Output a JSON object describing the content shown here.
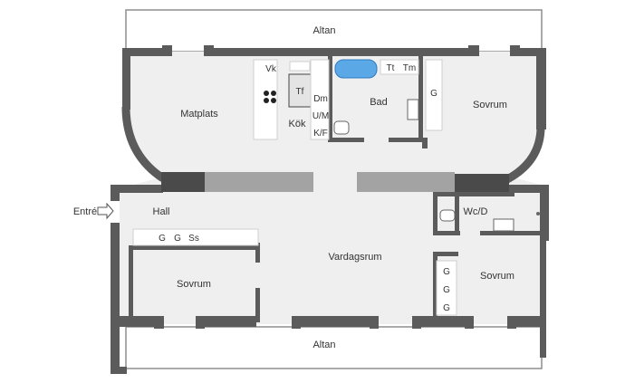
{
  "rooms": {
    "altan_top": "Altan",
    "altan_bottom": "Altan",
    "matplats": "Matplats",
    "kok": "Kök",
    "bad": "Bad",
    "sovrum_ne": "Sovrum",
    "hall": "Hall",
    "entre": "Entré",
    "wc_d": "Wc/D",
    "vardagsrum": "Vardagsrum",
    "sovrum_sw": "Sovrum",
    "sovrum_se": "Sovrum"
  },
  "fixtures": {
    "vk": "Vk",
    "tf": "Tf",
    "dm": "Dm",
    "um": "U/M",
    "kf": "K/F",
    "tt": "Tt",
    "tm": "Tm",
    "g_bedroom": "G",
    "hall_wardrobes": [
      "G",
      "G",
      "Ss"
    ],
    "se_wardrobes": [
      "G",
      "G",
      "G"
    ]
  },
  "colors": {
    "wall": "#5b5b5b",
    "floor": "#efefef",
    "balcony": "#ffffff",
    "opening": "#a3a3a3",
    "cabinet": "#ffffff",
    "outline": "#cfcfcf",
    "tub": "#5aa9e6"
  }
}
